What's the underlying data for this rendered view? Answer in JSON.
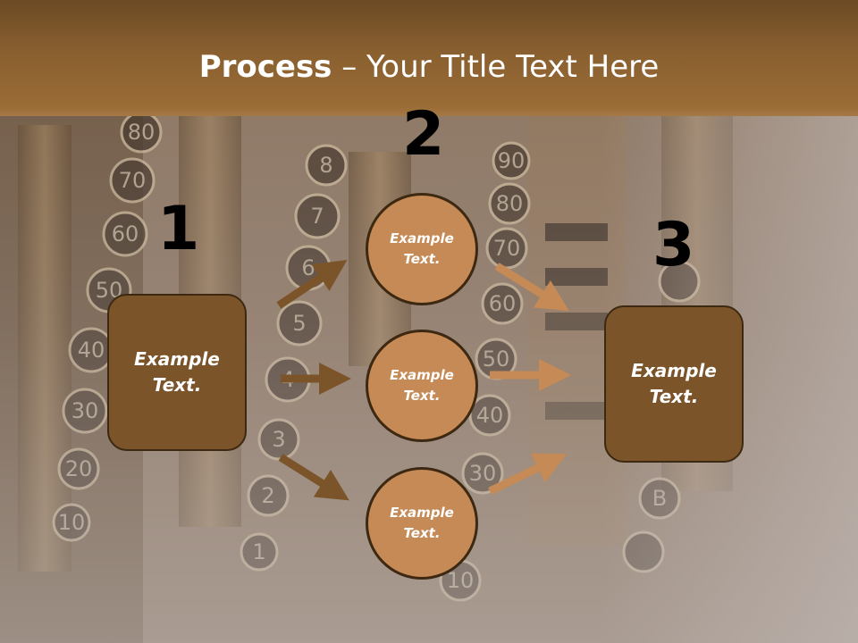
{
  "slide": {
    "title_bold": "Process",
    "title_rest": " – Your Title Text Here",
    "numbers": [
      "1",
      "2",
      "3"
    ],
    "left_box": "Example Text.",
    "right_box": "Example Text.",
    "circles": [
      "Example Text.",
      "Example Text.",
      "Example Text."
    ]
  },
  "colors": {
    "box": "#7b5529",
    "circle": "#c58a55",
    "outline": "#3d2812",
    "arrow_dark": "#7b5529",
    "arrow_light": "#c58a55",
    "header": "#8a6030"
  }
}
